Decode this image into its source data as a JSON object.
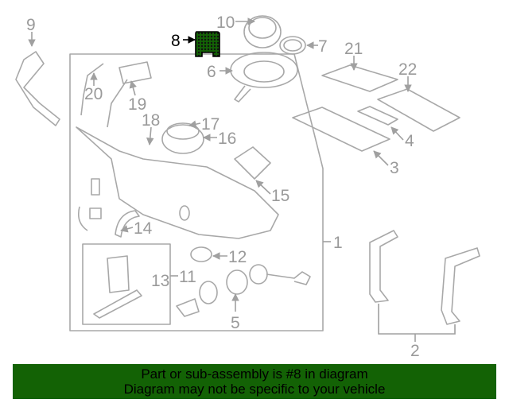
{
  "diagram": {
    "highlighted_part": "8",
    "highlight_color": "#136205",
    "labels": {
      "p1": "1",
      "p2": "2",
      "p3": "3",
      "p4": "4",
      "p5": "5",
      "p6": "6",
      "p7": "7",
      "p8": "8",
      "p9": "9",
      "p10": "10",
      "p11": "11",
      "p12": "12",
      "p13": "13",
      "p14": "14",
      "p15": "15",
      "p16": "16",
      "p17": "17",
      "p18": "18",
      "p19": "19",
      "p20": "20",
      "p21": "21",
      "p22": "22"
    }
  },
  "banner": {
    "line1": "Part or sub-assembly is #8 in diagram",
    "line2": "Diagram may not be specific to your vehicle"
  }
}
